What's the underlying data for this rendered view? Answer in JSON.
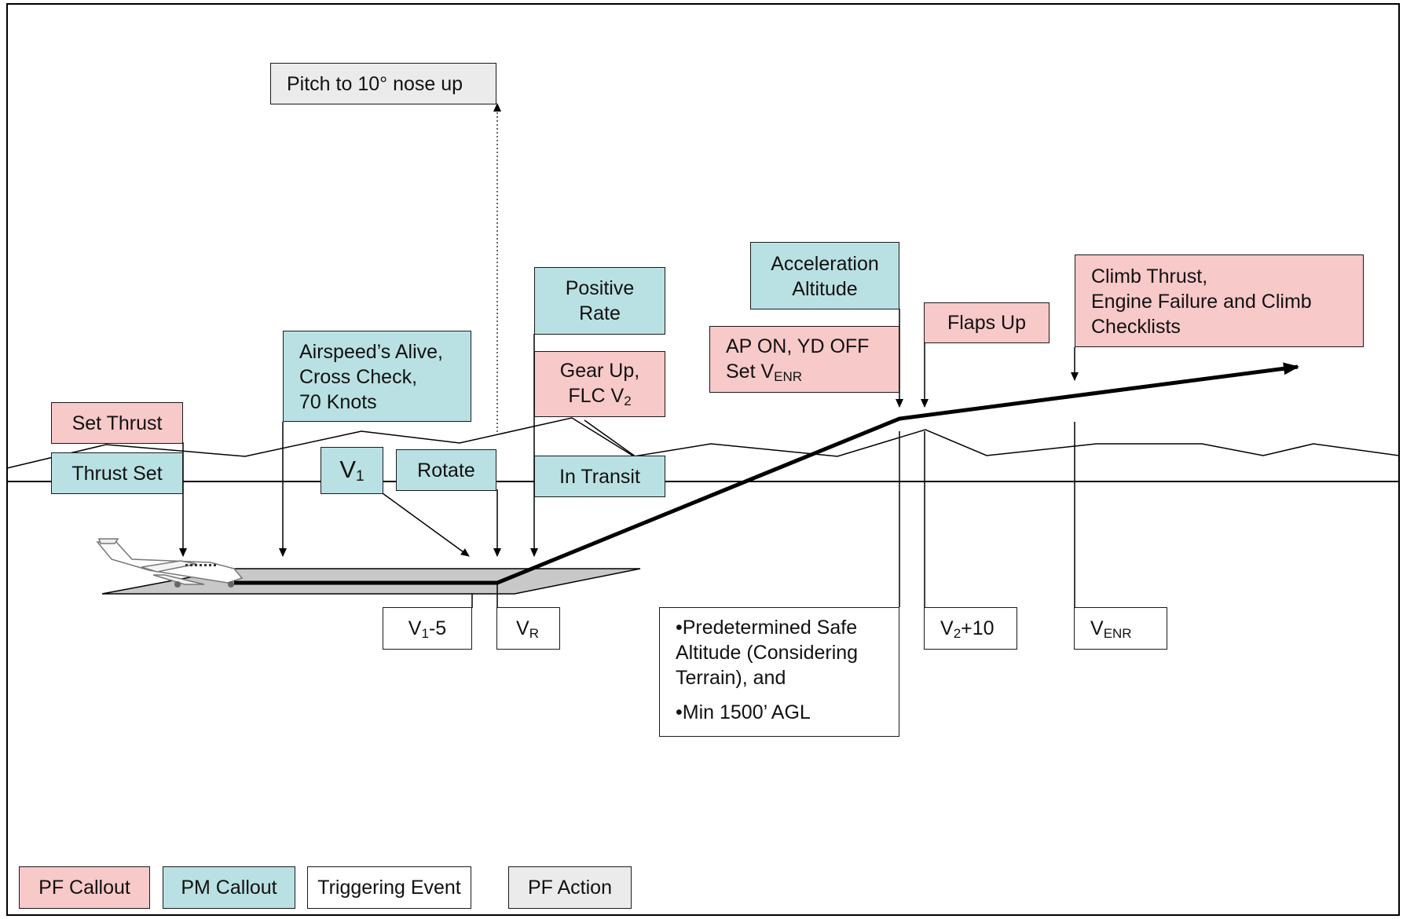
{
  "frame": {},
  "colors": {
    "pf_callout": "#f8c9c9",
    "pm_callout": "#b9e1e3",
    "triggering_event": "#ffffff",
    "pf_action": "#ebebeb"
  },
  "boxes": {
    "pitch": "Pitch to 10° nose up",
    "set_thrust": "Set Thrust",
    "thrust_set": "Thrust Set",
    "airspeed_1": "Airspeed’s Alive,",
    "airspeed_2": "Cross Check,",
    "airspeed_3": "70 Knots",
    "v1_main": "V",
    "v1_sub": "1",
    "rotate": "Rotate",
    "positive_1": "Positive",
    "positive_2": "Rate",
    "gear_1": "Gear Up,",
    "gear_2": "FLC V",
    "gear_2_sub": "2",
    "in_transit": "In Transit",
    "accel_1": "Acceleration",
    "accel_2": "Altitude",
    "ap_1": "AP ON, YD OFF",
    "ap_2": "Set V",
    "ap_2_sub": "ENR",
    "flaps_up": "Flaps Up",
    "climb_1": "Climb Thrust,",
    "climb_2": "Engine Failure and Climb",
    "climb_3": "Checklists",
    "v1m5_main": "V",
    "v1m5_sub": "1",
    "v1m5_suffix": "-5",
    "vr_main": "V",
    "vr_sub": "R",
    "safe_1a": "•Predetermined Safe",
    "safe_1b": "Altitude (Considering",
    "safe_1c": "Terrain), and",
    "safe_2": "•Min 1500’ AGL",
    "v2p10_main": "V",
    "v2p10_sub": "2",
    "v2p10_suffix": "+10",
    "venr_main": "V",
    "venr_sub": "ENR"
  },
  "legend": {
    "pf_callout": "PF Callout",
    "pm_callout": "PM Callout",
    "triggering_event": "Triggering Event",
    "pf_action": "PF Action"
  }
}
